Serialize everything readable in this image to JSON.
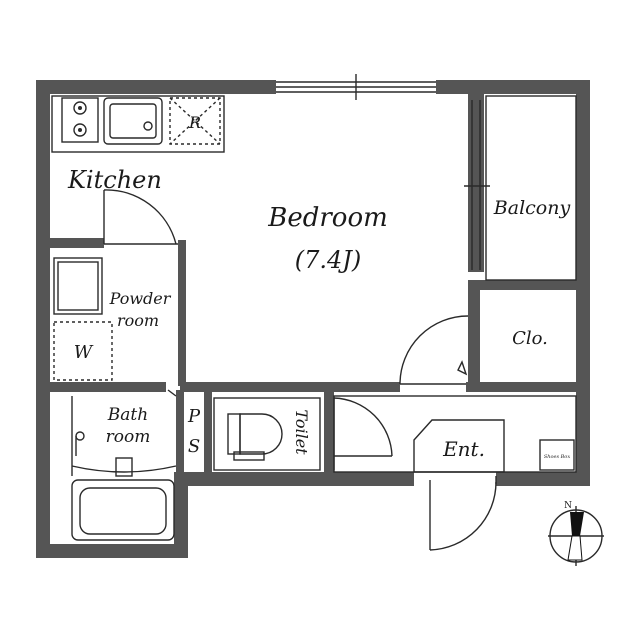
{
  "rooms": {
    "kitchen": "Kitchen",
    "bedroom": "Bedroom",
    "bedroom_size": "(7.4J)",
    "balcony": "Balcony",
    "powder_line1": "Powder",
    "powder_line2": "room",
    "closet": "Clo.",
    "bath_line1": "Bath",
    "bath_line2": "room",
    "toilet": "Toilet",
    "entrance": "Ent."
  },
  "fixtures": {
    "refrigerator": "R",
    "washer": "W",
    "ps_line1": "P",
    "ps_line2": "S",
    "shoe_box": "Shoes Box"
  },
  "compass": {
    "north": "N"
  },
  "colors": {
    "wall": "#555555",
    "line": "#2a2a2a"
  }
}
